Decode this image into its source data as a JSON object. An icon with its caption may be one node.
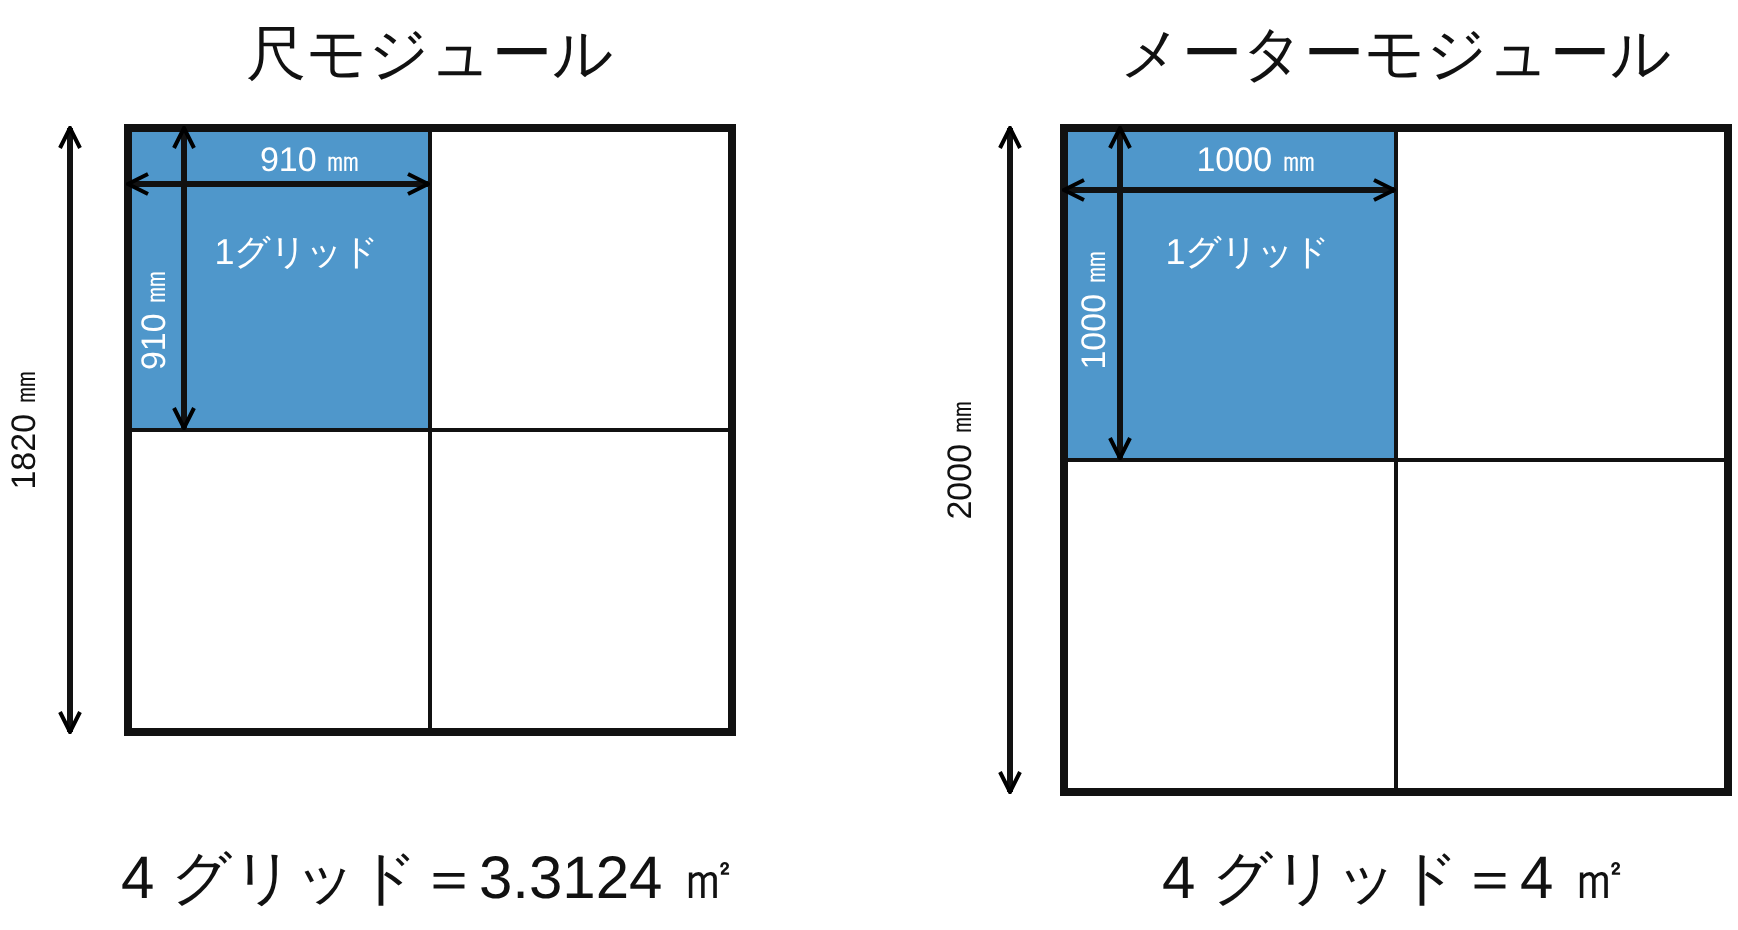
{
  "diagram": {
    "nodes": [
      {
        "text": [
          "尺モジュール"
        ],
        "beside": [
          "4 グリッド＝3.3124 ㎡"
        ]
      },
      {
        "text": [
          "1グリッド"
        ],
        "in": 0
      },
      {
        "text": [],
        "shape": "box",
        "in": 0
      },
      {
        "text": [],
        "shape": "box",
        "in": 0
      },
      {
        "text": [],
        "shape": "box",
        "in": 0
      },
      {
        "text": [
          "メーターモジュール"
        ],
        "beside": [
          "4 グリッド＝4 ㎡"
        ]
      },
      {
        "text": [
          "1グリッド"
        ],
        "in": 5
      },
      {
        "text": [],
        "shape": "box",
        "in": 5
      },
      {
        "text": [],
        "shape": "box",
        "in": 5
      },
      {
        "text": [],
        "shape": "box",
        "in": 5
      }
    ],
    "labels": [
      "910 ㎜",
      "910 ㎜",
      "1820 ㎜",
      "1000 ㎜",
      "1000 ㎜",
      "2000 ㎜"
    ]
  }
}
